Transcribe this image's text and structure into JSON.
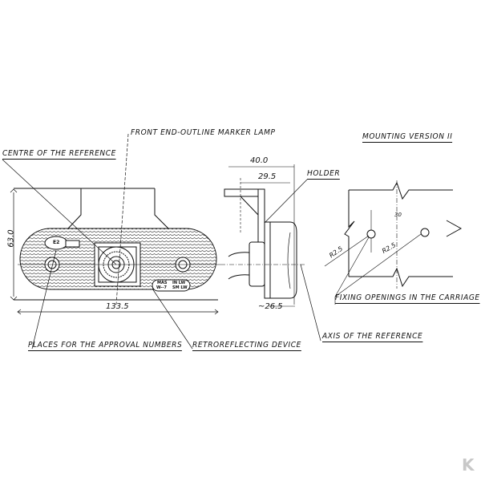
{
  "labels": {
    "front_lamp": "FRONT END-OUTLINE MARKER LAMP",
    "centre_reference": "CENTRE OF THE REFERENCE",
    "mounting_version": "MOUNTING VERSION II",
    "holder": "HOLDER",
    "fixing_openings": "FIXING OPENINGS IN THE CARRIAGE",
    "axis_reference": "AXIS OF THE REFERENCE",
    "approval_places": "PLACES FOR THE APPROVAL NUMBERS",
    "retroreflecting": "RETROREFLECTING DEVICE"
  },
  "dimensions": {
    "height": "63.0",
    "width": "133.5",
    "depth_total": "40.0",
    "depth_holder": "29.5",
    "depth_lamp": "~26.5",
    "hole_spacing": "30",
    "radius_1": "R2.5",
    "radius_2": "R2.5"
  },
  "markings": {
    "approval": "E2",
    "line1_left": "MAS",
    "line1_right": "IN LW",
    "line2_left": "W--7",
    "line2_right": "SM LW"
  },
  "logo": "K"
}
